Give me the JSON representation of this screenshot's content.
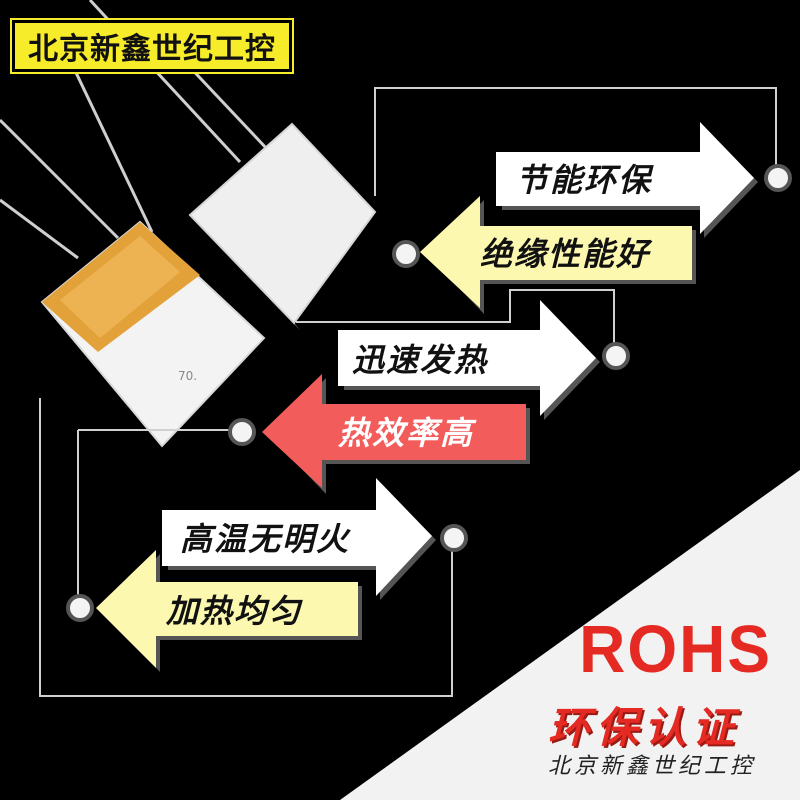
{
  "brand": {
    "name": "北京新鑫世纪工控"
  },
  "features": {
    "energy_saving": "节能环保",
    "insulation": "绝缘性能好",
    "fast_heating": "迅速发热",
    "heat_efficiency": "热效率高",
    "no_open_flame": "高温无明火",
    "even_heating": "加热均匀"
  },
  "certification": {
    "mark": "ROHS",
    "label": "环保认证",
    "company": "北京新鑫世纪工控"
  },
  "colors": {
    "background": "#000000",
    "badge": "#f7ec2a",
    "arrow_white": "#ffffff",
    "arrow_yellow": "#fdf8b0",
    "arrow_red": "#f25d5c",
    "cert_red": "#e42a22"
  }
}
